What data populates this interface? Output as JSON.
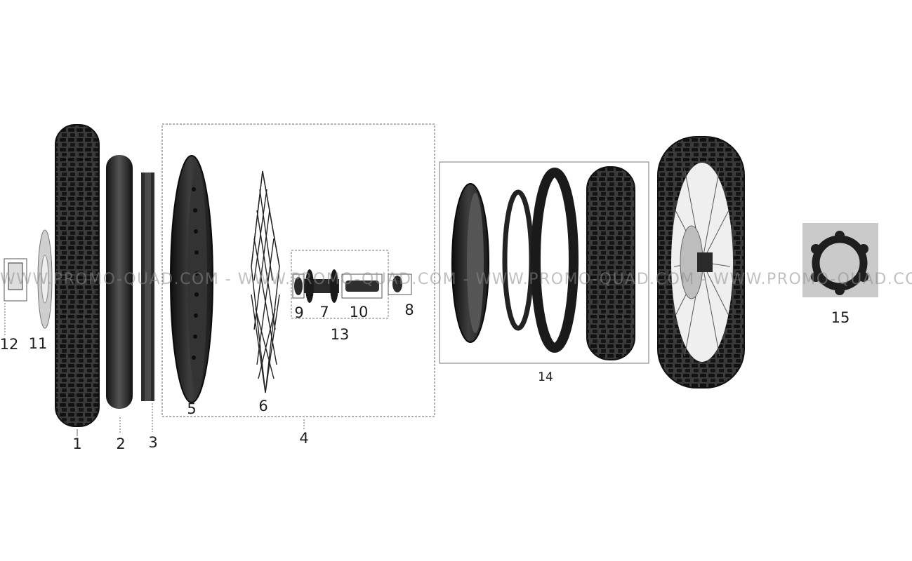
{
  "watermark": "WWW.PROMO-QUAD.COM - WWW.PROMO-QUAD.COM - WWW.PROMO-QUAD.COM - WWW.PROMO-QUAD.COM",
  "callouts": {
    "c1": "1",
    "c2": "2",
    "c3": "3",
    "c4": "4",
    "c5": "5",
    "c6": "6",
    "c7": "7",
    "c8": "8",
    "c9": "9",
    "c10": "10",
    "c11": "11",
    "c12": "12",
    "c13": "13",
    "c14": "14",
    "c15": "15"
  },
  "colors": {
    "part": "#222222",
    "tread": "#1a1a1a",
    "frame": "#6e6e6e",
    "bg": "#ffffff"
  }
}
